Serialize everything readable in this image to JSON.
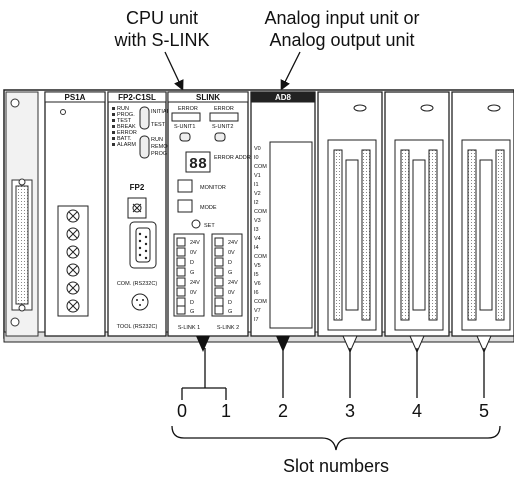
{
  "callouts": {
    "cpu_line1": "CPU unit",
    "cpu_line2": "with S-LINK",
    "analog_line1": "Analog input unit or",
    "analog_line2": "Analog output unit"
  },
  "units": {
    "power_label": "PS1A",
    "cpu_label": "FP2-C1SL",
    "slink_label": "SLINK",
    "analog_label": "AD8"
  },
  "cpu_panel": {
    "leds": [
      "RUN",
      "PROG.",
      "TEST",
      "BREAK",
      "ERROR",
      "BATT.",
      "ALARM"
    ],
    "switch1": [
      "INITIAL",
      "TEST"
    ],
    "switch2": [
      "RUN",
      "REMOTE",
      "PROG."
    ],
    "model": "FP2",
    "com_port": "COM. (RS232C)",
    "tool_port": "TOOL (RS232C)"
  },
  "slink_panel": {
    "error_left": "ERROR",
    "error_right": "ERROR",
    "unit_left": "S-UNIT1",
    "unit_right": "S-UNIT2",
    "error_address": "ERROR ADDRESS",
    "buttons": [
      "MONITOR",
      "MODE",
      "SET"
    ],
    "terminals": [
      "24V",
      "0V",
      "D",
      "G",
      "24V",
      "0V",
      "D",
      "G"
    ],
    "port_left": "S-LINK 1",
    "port_right": "S-LINK 2"
  },
  "analog_panel": {
    "pins": [
      "V0",
      "I0",
      "COM",
      "V1",
      "I1",
      "V2",
      "I2",
      "COM",
      "V3",
      "I3",
      "V4",
      "I4",
      "COM",
      "V5",
      "I5",
      "V6",
      "I6",
      "COM",
      "V7",
      "I7"
    ]
  },
  "slots": [
    "0",
    "1",
    "2",
    "3",
    "4",
    "5"
  ],
  "slot_caption": "Slot numbers"
}
